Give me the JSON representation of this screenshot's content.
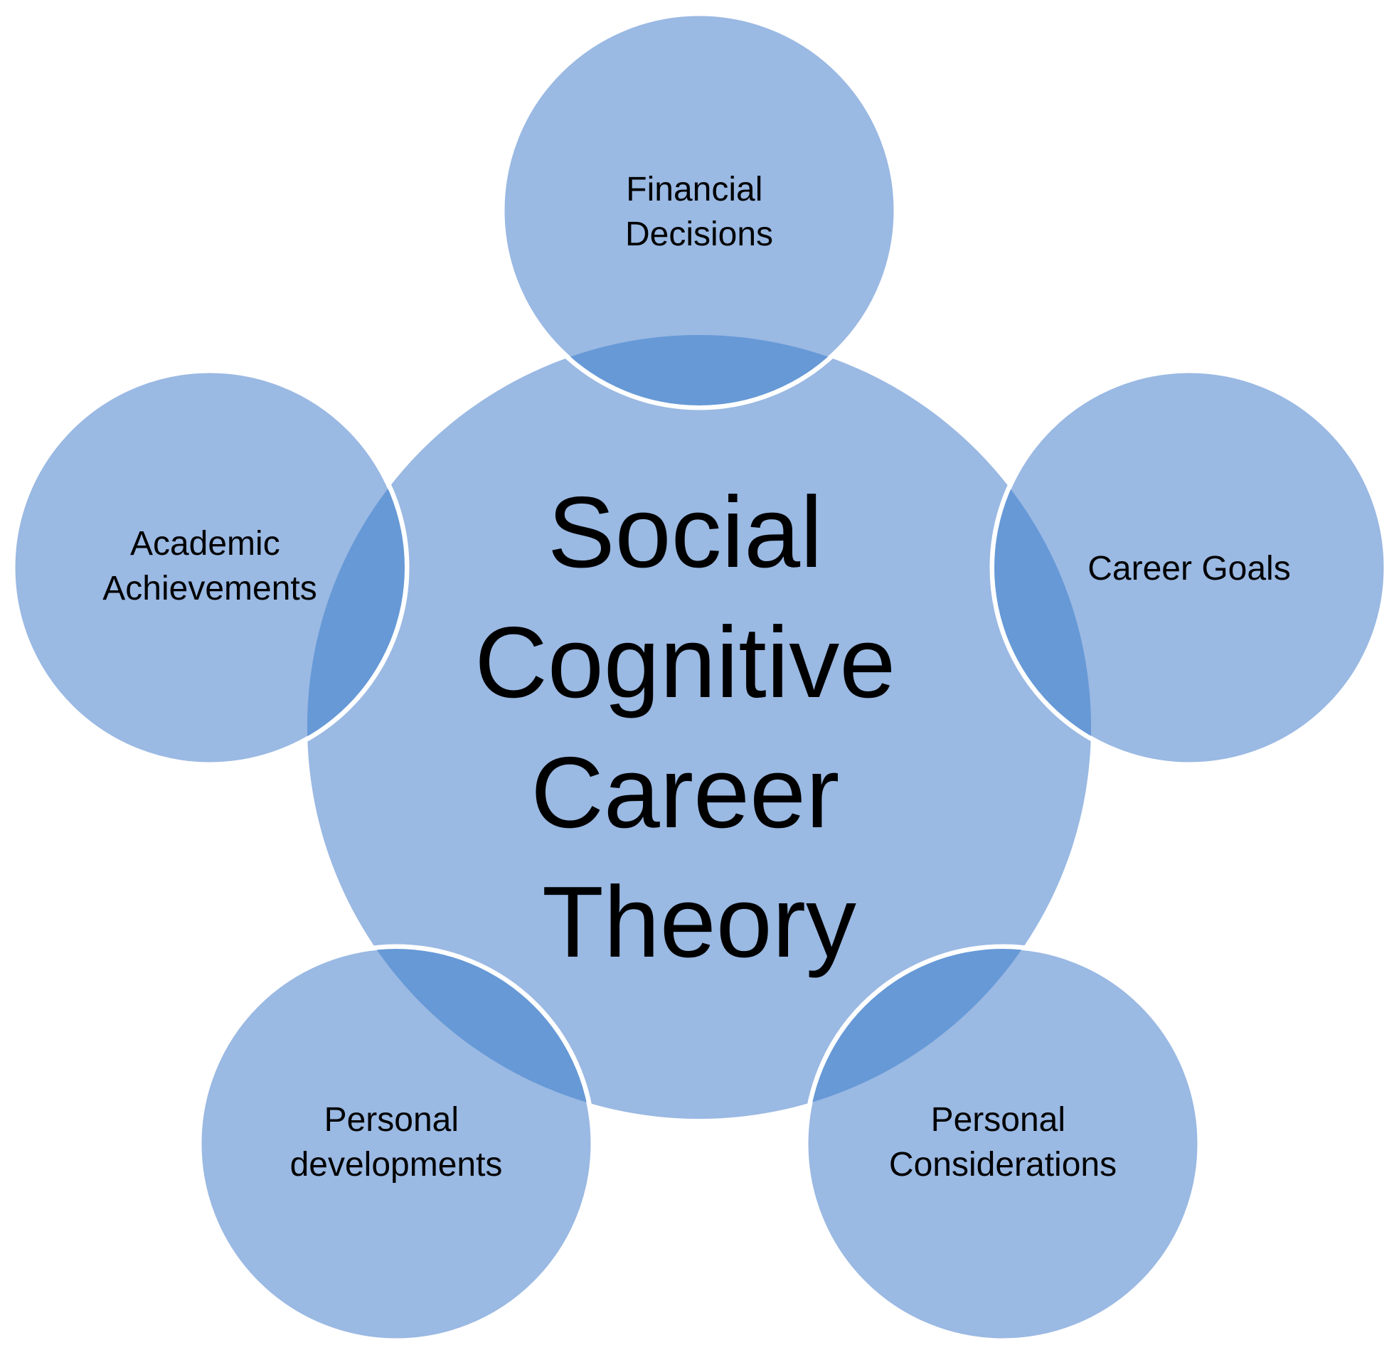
{
  "diagram": {
    "center": {
      "lines": [
        "Social",
        "Cognitive",
        "Career",
        "Theory"
      ]
    },
    "satellites": [
      {
        "id": "financial-decisions",
        "lines": [
          "Financial",
          "Decisions"
        ]
      },
      {
        "id": "career-goals",
        "lines": [
          "Career Goals"
        ]
      },
      {
        "id": "personal-considerations",
        "lines": [
          "Personal",
          "Considerations"
        ]
      },
      {
        "id": "personal-developments",
        "lines": [
          "Personal",
          "developments"
        ]
      },
      {
        "id": "academic-achievements",
        "lines": [
          "Academic",
          "Achievements"
        ]
      }
    ],
    "colors": {
      "circle_fill": "#9ab9e3",
      "overlap_fill": "#6699d6",
      "outline": "#ffffff",
      "text": "#000000"
    }
  }
}
